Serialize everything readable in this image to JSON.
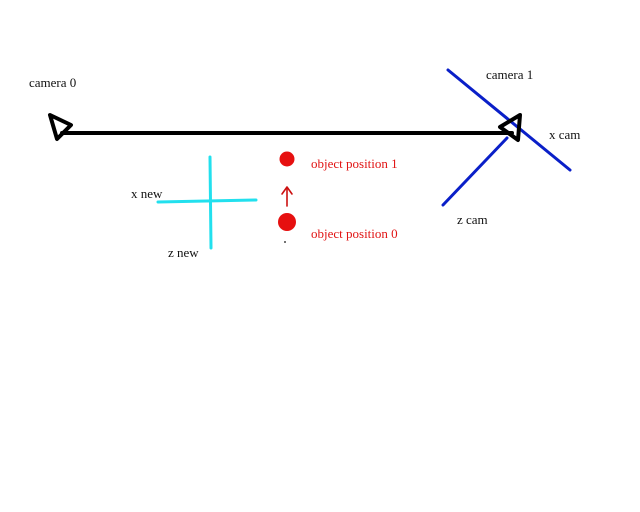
{
  "labels": {
    "camera_0": "camera 0",
    "camera_1": "camera 1",
    "x_cam": "x cam",
    "z_cam": "z cam",
    "x_new": "x new",
    "z_new": "z new",
    "object_position_1": "object position 1",
    "object_position_0": "object position 0"
  },
  "colors": {
    "baseline": "#000000",
    "camera_marker": "#000000",
    "camera_1_axes": "#0a1fc8",
    "new_axes": "#22e0ee",
    "object": "#e61010",
    "arrow": "#cc1010",
    "text": "#111111",
    "object_text": "#e11414"
  }
}
